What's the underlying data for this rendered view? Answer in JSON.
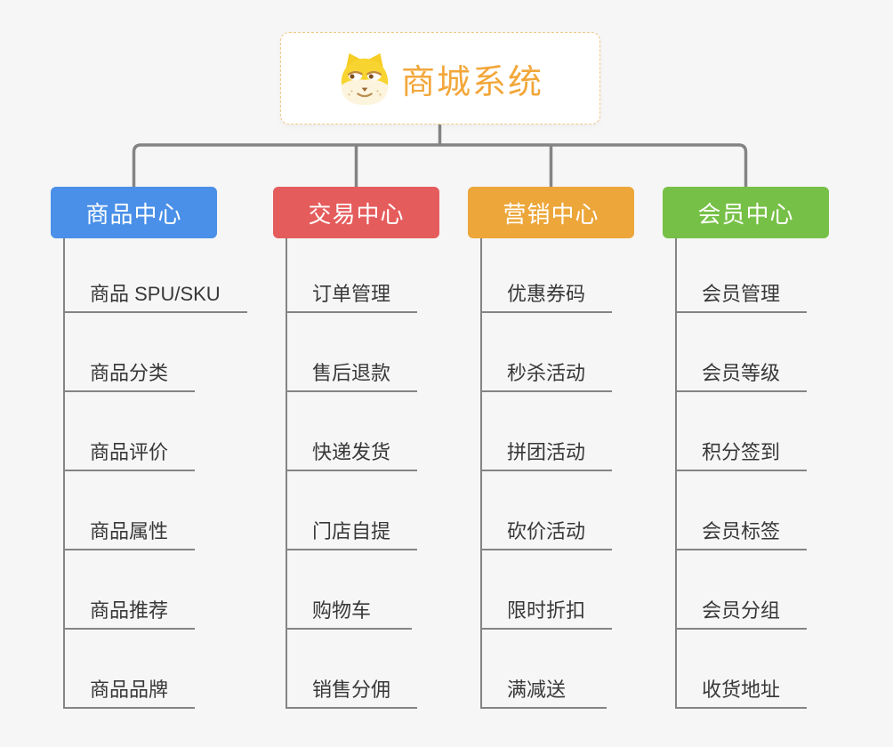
{
  "app": {
    "type": "mindmap-diagram",
    "background_color": "#f6f6f6"
  },
  "root": {
    "title": "商城系统",
    "icon": "dog-face-icon",
    "text_color": "#f2a73a",
    "border_color": "#f0c887",
    "background_color": "#ffffff"
  },
  "connectors": {
    "color": "#848484"
  },
  "branches": [
    {
      "label": "商品中心",
      "color": "#4a90e8",
      "children": [
        "商品 SPU/SKU",
        "商品分类",
        "商品评价",
        "商品属性",
        "商品推荐",
        "商品品牌"
      ]
    },
    {
      "label": "交易中心",
      "color": "#e55c5c",
      "children": [
        "订单管理",
        "售后退款",
        "快递发货",
        "门店自提",
        "购物车",
        "销售分佣"
      ]
    },
    {
      "label": "营销中心",
      "color": "#ecA63a",
      "children": [
        "优惠券码",
        "秒杀活动",
        "拼团活动",
        "砍价活动",
        "限时折扣",
        "满减送"
      ]
    },
    {
      "label": "会员中心",
      "color": "#77c047",
      "children": [
        "会员管理",
        "会员等级",
        "积分签到",
        "会员标签",
        "会员分组",
        "收货地址"
      ]
    }
  ]
}
